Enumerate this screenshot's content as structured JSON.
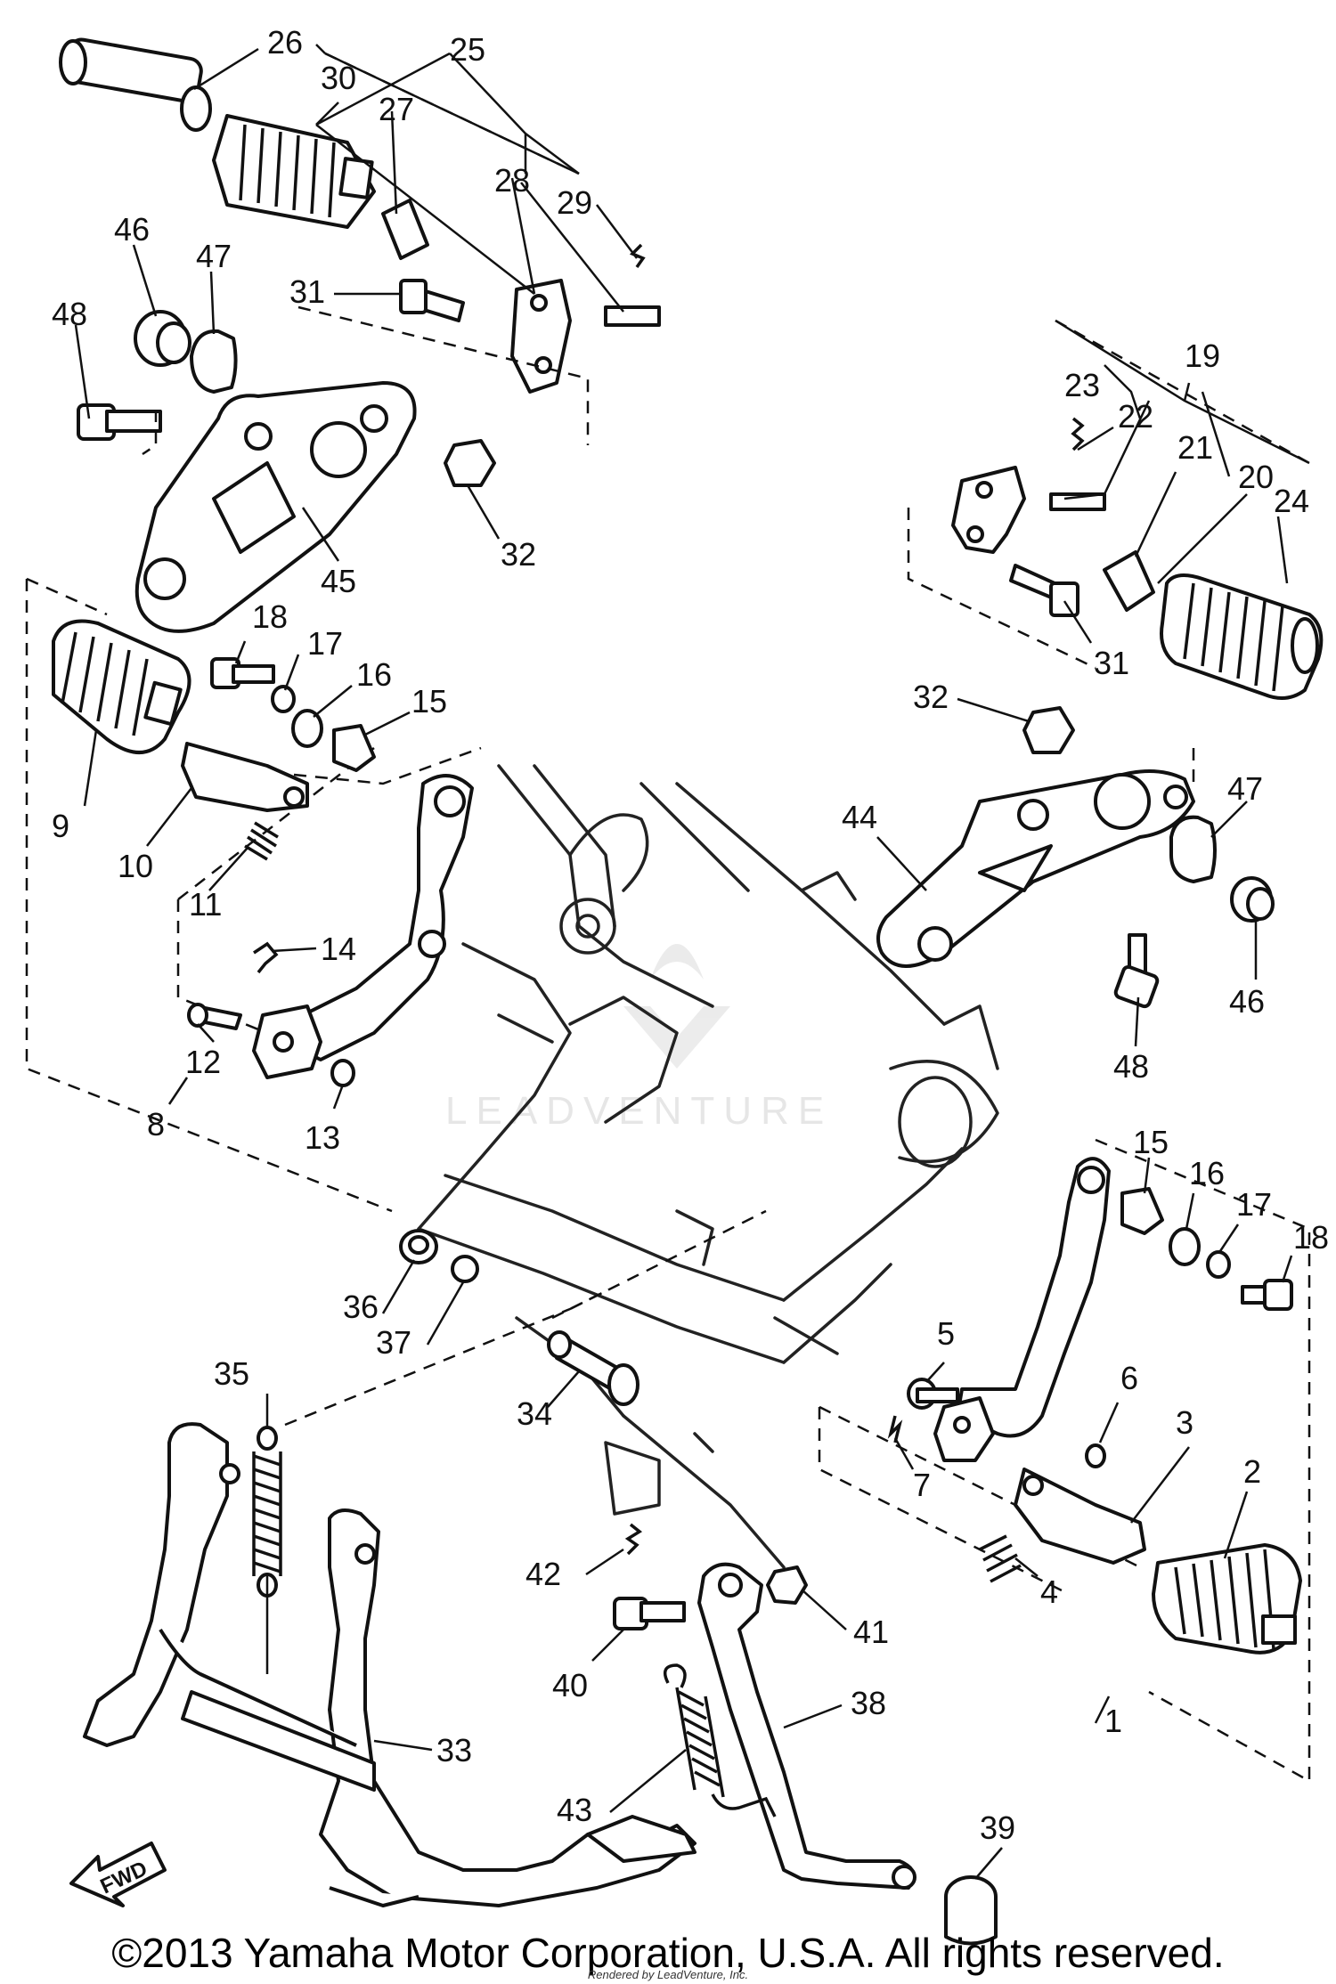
{
  "callouts": {
    "c1": "1",
    "c2": "2",
    "c3": "3",
    "c4": "4",
    "c5": "5",
    "c6": "6",
    "c7": "7",
    "c8": "8",
    "c9": "9",
    "c10": "10",
    "c11": "11",
    "c12": "12",
    "c13": "13",
    "c14": "14",
    "c15a": "15",
    "c15b": "15",
    "c16a": "16",
    "c16b": "16",
    "c17a": "17",
    "c17b": "17",
    "c18a": "18",
    "c18b": "18",
    "c19": "19",
    "c20": "20",
    "c21": "21",
    "c22": "22",
    "c23": "23",
    "c24": "24",
    "c25": "25",
    "c26": "26",
    "c27": "27",
    "c28": "28",
    "c29": "29",
    "c30": "30",
    "c31a": "31",
    "c31b": "31",
    "c32a": "32",
    "c32b": "32",
    "c33": "33",
    "c34": "34",
    "c35": "35",
    "c36": "36",
    "c37": "37",
    "c38": "38",
    "c39": "39",
    "c40": "40",
    "c41": "41",
    "c42": "42",
    "c43": "43",
    "c44": "44",
    "c45": "45",
    "c46a": "46",
    "c46b": "46",
    "c47a": "47",
    "c47b": "47",
    "c48a": "48",
    "c48b": "48"
  },
  "fwd_label": "FWD",
  "watermark": "LEADVENTURE",
  "copyright": "©2013 Yamaha Motor Corporation, U.S.A. All rights reserved.",
  "rendered_by": "Rendered by LeadVenture, Inc."
}
